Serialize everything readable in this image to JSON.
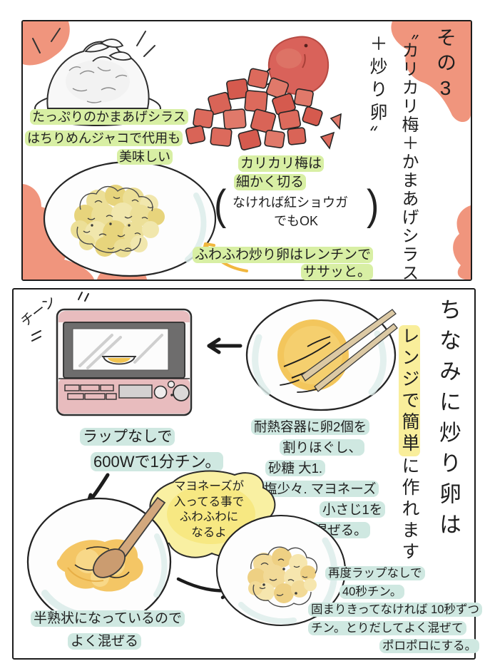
{
  "panel1": {
    "title": {
      "col1": "その3",
      "col2": "〝カリカリ梅＋かまあげシラス",
      "col3": "＋炒り卵〞"
    },
    "shirasu_note": {
      "line1": "たっぷりのかまあげシラス",
      "line2": "はちりめんジャコで代用も",
      "line3": "美味しい"
    },
    "ume_note": {
      "line1": "カリカリ梅は",
      "line2": "細かく切る"
    },
    "ume_paren": {
      "open": "(",
      "line1": "なければ紅ショウガ",
      "line2": "でもOK",
      "close": ")"
    },
    "egg_note": {
      "line1": "ふわふわ炒り卵はレンチンで",
      "line2": "ササッと。"
    }
  },
  "panel2": {
    "sfx": "チーン",
    "side_note": {
      "col1": "ちなみに炒り卵は",
      "col2_highlight": "レンジで簡単",
      "col2_rest": "に作れます"
    },
    "microwave_note": {
      "line1": "ラップなしで",
      "line2": "600Wで1分チン。"
    },
    "mix_note": {
      "lines": [
        "耐熱容器に卵2個を",
        "割りほぐし、",
        "砂糖 大1.",
        "塩少々. マヨネーズ",
        "小さじ1を",
        "加えて混ぜる。"
      ]
    },
    "bubble": {
      "lines": [
        "マヨネーズが",
        "入ってる事で",
        "ふわふわに",
        "なるよ"
      ]
    },
    "halfcooked_note": {
      "line1": "半熟状になっているので",
      "line2": "よく混ぜる"
    },
    "final_note": {
      "lines": [
        "再度ラップなしで",
        "40秒チン。",
        "固まりきってなければ 10秒ずつ",
        "チン。とりだしてよく混ぜて",
        "ポロポロにする。"
      ]
    }
  },
  "colors": {
    "salmon_watercolor": "#ee8a6f",
    "green_highlight": "#d8efa4",
    "teal_highlight": "#cfe8e1",
    "yellow_highlight": "#f9ee9b",
    "egg_yellow": "#f3c65c",
    "ume_red": "#dc6a5c",
    "microwave_pink": "#e8bcbe",
    "ink": "#1f1f1f"
  }
}
